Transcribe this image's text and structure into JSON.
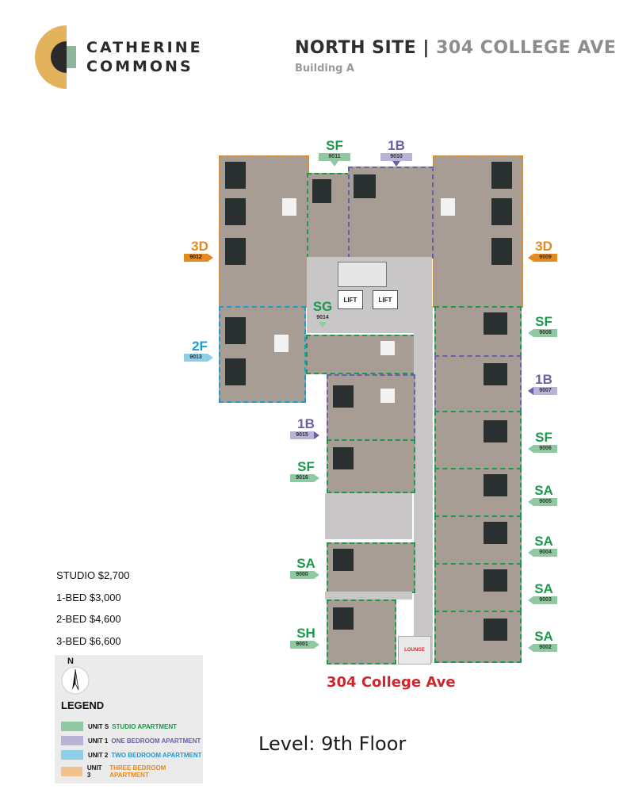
{
  "brand": {
    "line1": "CATHERINE",
    "line2": "COMMONS"
  },
  "header": {
    "site": "NORTH SITE",
    "divider": "|",
    "address": "304 COLLEGE AVE",
    "building": "Building A"
  },
  "street_label": "304 College Ave",
  "level_label": "Level: 9th Floor",
  "lift_labels": [
    "LIFT",
    "LIFT"
  ],
  "lounge_label": "LOUNGE",
  "north_label": "N",
  "prices": [
    "STUDIO $2,700",
    "1-BED $3,000",
    "2-BED $4,600",
    "3-BED $6,600"
  ],
  "legend": {
    "title": "LEGEND",
    "items": [
      {
        "code": "UNIT S",
        "name": "STUDIO APARTMENT",
        "color": "#8fc9a1",
        "text_color": "#1a9a4a"
      },
      {
        "code": "UNIT 1",
        "name": "ONE BEDROOM APARTMENT",
        "color": "#b9b3d6",
        "text_color": "#6a5fa8"
      },
      {
        "code": "UNIT 2",
        "name": "TWO BEDROOM APARTMENT",
        "color": "#8fcfe8",
        "text_color": "#1c9bd2"
      },
      {
        "code": "UNIT 3",
        "name": "THREE BEDROOM APARTMENT",
        "color": "#f2c28e",
        "text_color": "#e58a1f"
      }
    ]
  },
  "colors": {
    "studio": "#1a9a4a",
    "one_bed": "#6a5fa8",
    "two_bed": "#1c9bd2",
    "three_bed": "#e58a1f",
    "street": "#d0262d"
  },
  "units": [
    {
      "type": "SF",
      "number": "9011",
      "kind": "studio"
    },
    {
      "type": "1B",
      "number": "9010",
      "kind": "one_bed"
    },
    {
      "type": "3D",
      "number": "9012",
      "kind": "three_bed"
    },
    {
      "type": "3D",
      "number": "9009",
      "kind": "three_bed"
    },
    {
      "type": "SG",
      "number": "9014",
      "kind": "studio"
    },
    {
      "type": "2F",
      "number": "9013",
      "kind": "two_bed"
    },
    {
      "type": "SF",
      "number": "9008",
      "kind": "studio"
    },
    {
      "type": "1B",
      "number": "9007",
      "kind": "one_bed"
    },
    {
      "type": "1B",
      "number": "9015",
      "kind": "one_bed"
    },
    {
      "type": "SF",
      "number": "9006",
      "kind": "studio"
    },
    {
      "type": "SF",
      "number": "9016",
      "kind": "studio"
    },
    {
      "type": "SA",
      "number": "9005",
      "kind": "studio"
    },
    {
      "type": "SA",
      "number": "9004",
      "kind": "studio"
    },
    {
      "type": "SA",
      "number": "9000",
      "kind": "studio"
    },
    {
      "type": "SA",
      "number": "9003",
      "kind": "studio"
    },
    {
      "type": "SH",
      "number": "9001",
      "kind": "studio"
    },
    {
      "type": "SA",
      "number": "9002",
      "kind": "studio"
    }
  ]
}
